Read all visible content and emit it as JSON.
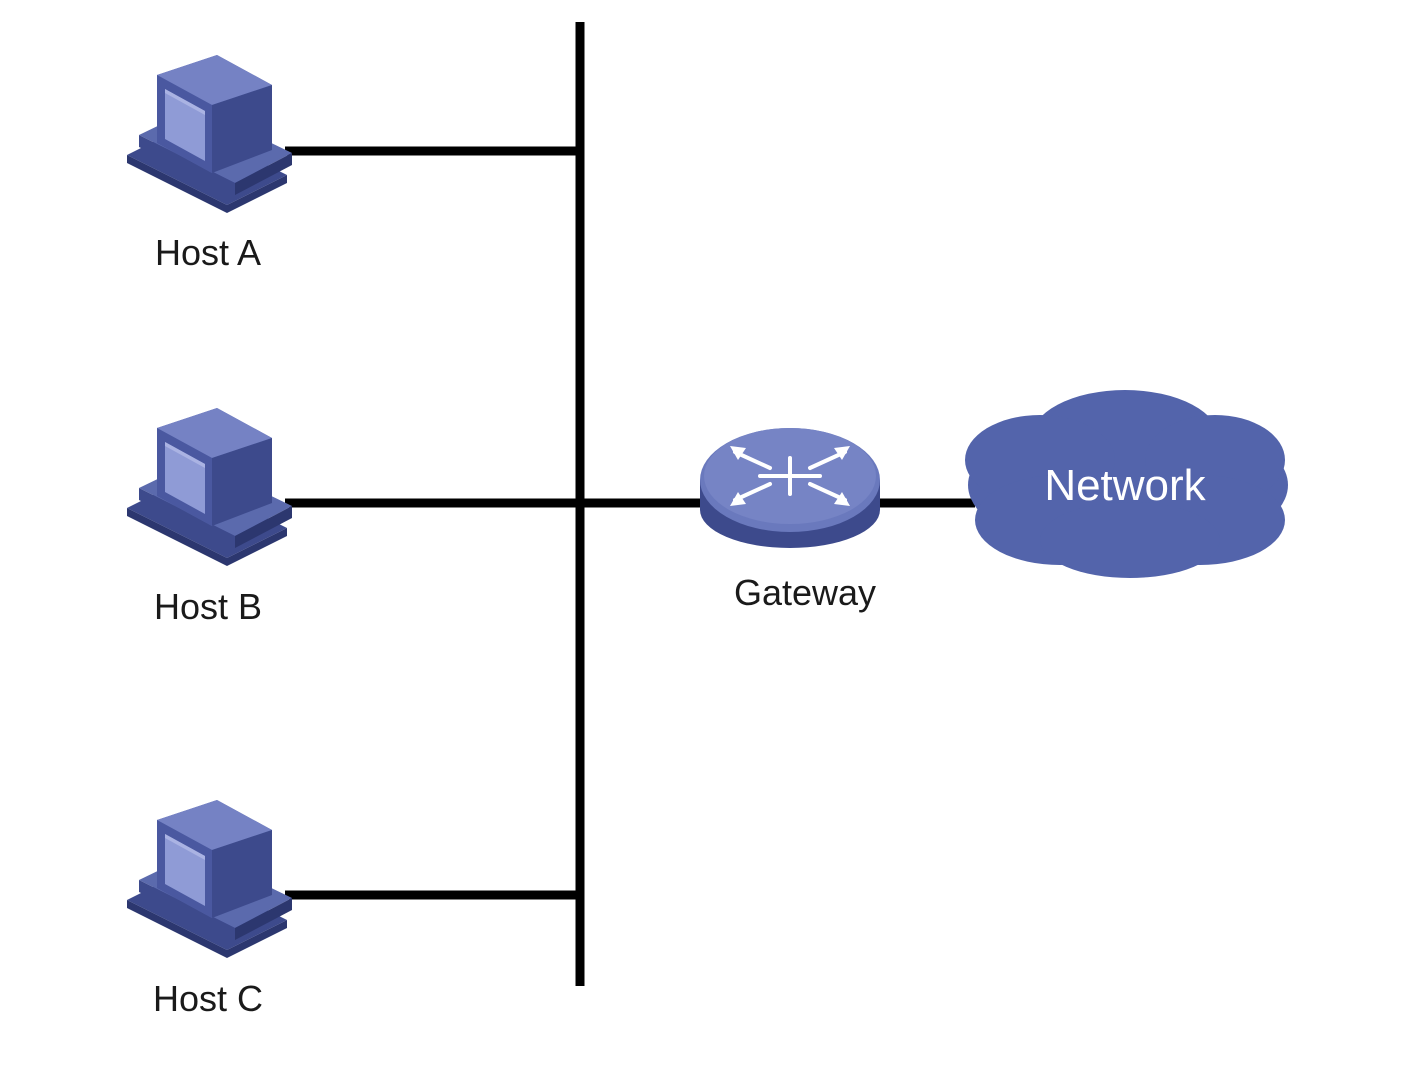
{
  "hosts": [
    {
      "label": "Host A"
    },
    {
      "label": "Host B"
    },
    {
      "label": "Host C"
    }
  ],
  "gateway": {
    "label": "Gateway"
  },
  "network": {
    "label": "Network"
  },
  "colors": {
    "device_blue": "#5b6aad",
    "device_dark": "#3d4a8c",
    "screen": "#8f9bd6",
    "cloud": "#5364ab",
    "wire": "#000000"
  },
  "icons": {
    "host": "computer-icon",
    "gateway": "router-icon",
    "network": "cloud-icon"
  }
}
